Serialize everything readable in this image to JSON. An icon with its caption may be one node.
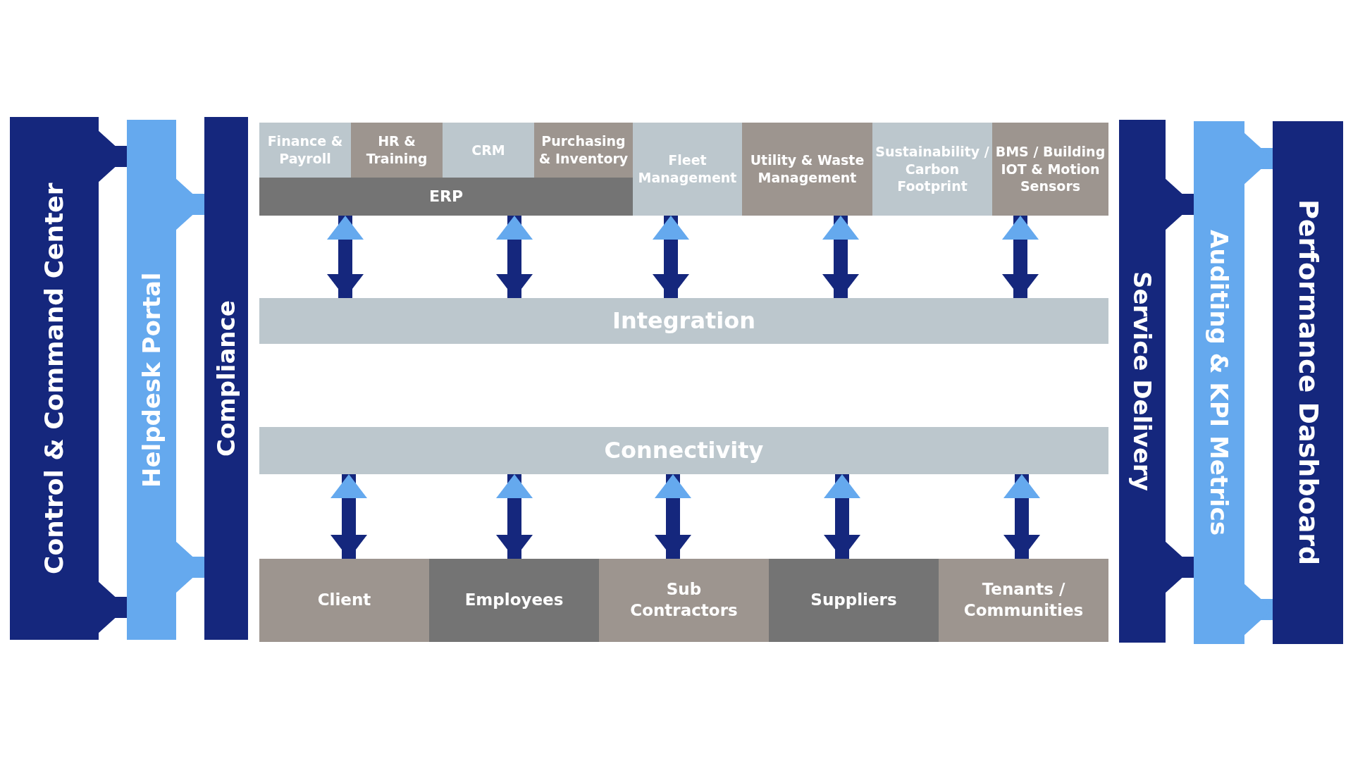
{
  "diagram": {
    "nodes": [
      {
        "text": [
          "Control & Command Center"
        ]
      },
      {
        "text": [
          "Helpdesk Portal"
        ]
      },
      {
        "text": [
          "Compliance"
        ]
      },
      {
        "text": [
          "Finance & Payroll"
        ]
      },
      {
        "text": [
          "HR & Training"
        ]
      },
      {
        "text": [
          "CRM"
        ]
      },
      {
        "text": [
          "Purchasing & Inventory"
        ]
      },
      {
        "text": [
          "ERP"
        ]
      },
      {
        "text": [
          "Fleet Management"
        ]
      },
      {
        "text": [
          "Utility & Waste Management"
        ]
      },
      {
        "text": [
          "Sustainability / Carbon Footprint"
        ]
      },
      {
        "text": [
          "BMS / Building IOT & Motion Sensors"
        ]
      },
      {
        "text": [
          "Integration"
        ]
      },
      {
        "text": [
          "Connectivity"
        ]
      },
      {
        "text": [
          "Client"
        ]
      },
      {
        "text": [
          "Employees"
        ]
      },
      {
        "text": [
          "Sub Contractors"
        ]
      },
      {
        "text": [
          "Suppliers"
        ]
      },
      {
        "text": [
          "Tenants / Communities"
        ]
      },
      {
        "text": [
          "Service Delivery"
        ]
      },
      {
        "text": [
          "Auditing & KPI Metrics"
        ]
      },
      {
        "text": [
          "Performance Dashboard"
        ]
      }
    ],
    "edges": [
      {
        "from": 0,
        "to": 1,
        "arrow": "to"
      },
      {
        "from": 0,
        "to": 1,
        "arrow": "to"
      },
      {
        "from": 1,
        "to": 2,
        "arrow": "to",
        "color": "#65a9ee"
      },
      {
        "from": 1,
        "to": 2,
        "arrow": "to",
        "color": "#65a9ee"
      },
      {
        "from": 7,
        "to": 12,
        "arrow": "both"
      },
      {
        "from": 7,
        "to": 12,
        "arrow": "both"
      },
      {
        "from": 8,
        "to": 12,
        "arrow": "both"
      },
      {
        "from": 9,
        "to": 12,
        "arrow": "both"
      },
      {
        "from": 11,
        "to": 12,
        "arrow": "both"
      },
      {
        "from": 13,
        "to": 14,
        "arrow": "both"
      },
      {
        "from": 13,
        "to": 15,
        "arrow": "both"
      },
      {
        "from": 13,
        "to": 16,
        "arrow": "both"
      },
      {
        "from": 13,
        "to": 17,
        "arrow": "both"
      },
      {
        "from": 13,
        "to": 18,
        "arrow": "both"
      },
      {
        "from": 19,
        "to": 20,
        "arrow": "to"
      },
      {
        "from": 19,
        "to": 20,
        "arrow": "to"
      },
      {
        "from": 20,
        "to": 21,
        "arrow": "to",
        "color": "#65a9ee"
      },
      {
        "from": 20,
        "to": 21,
        "arrow": "to",
        "color": "#65a9ee"
      }
    ]
  }
}
